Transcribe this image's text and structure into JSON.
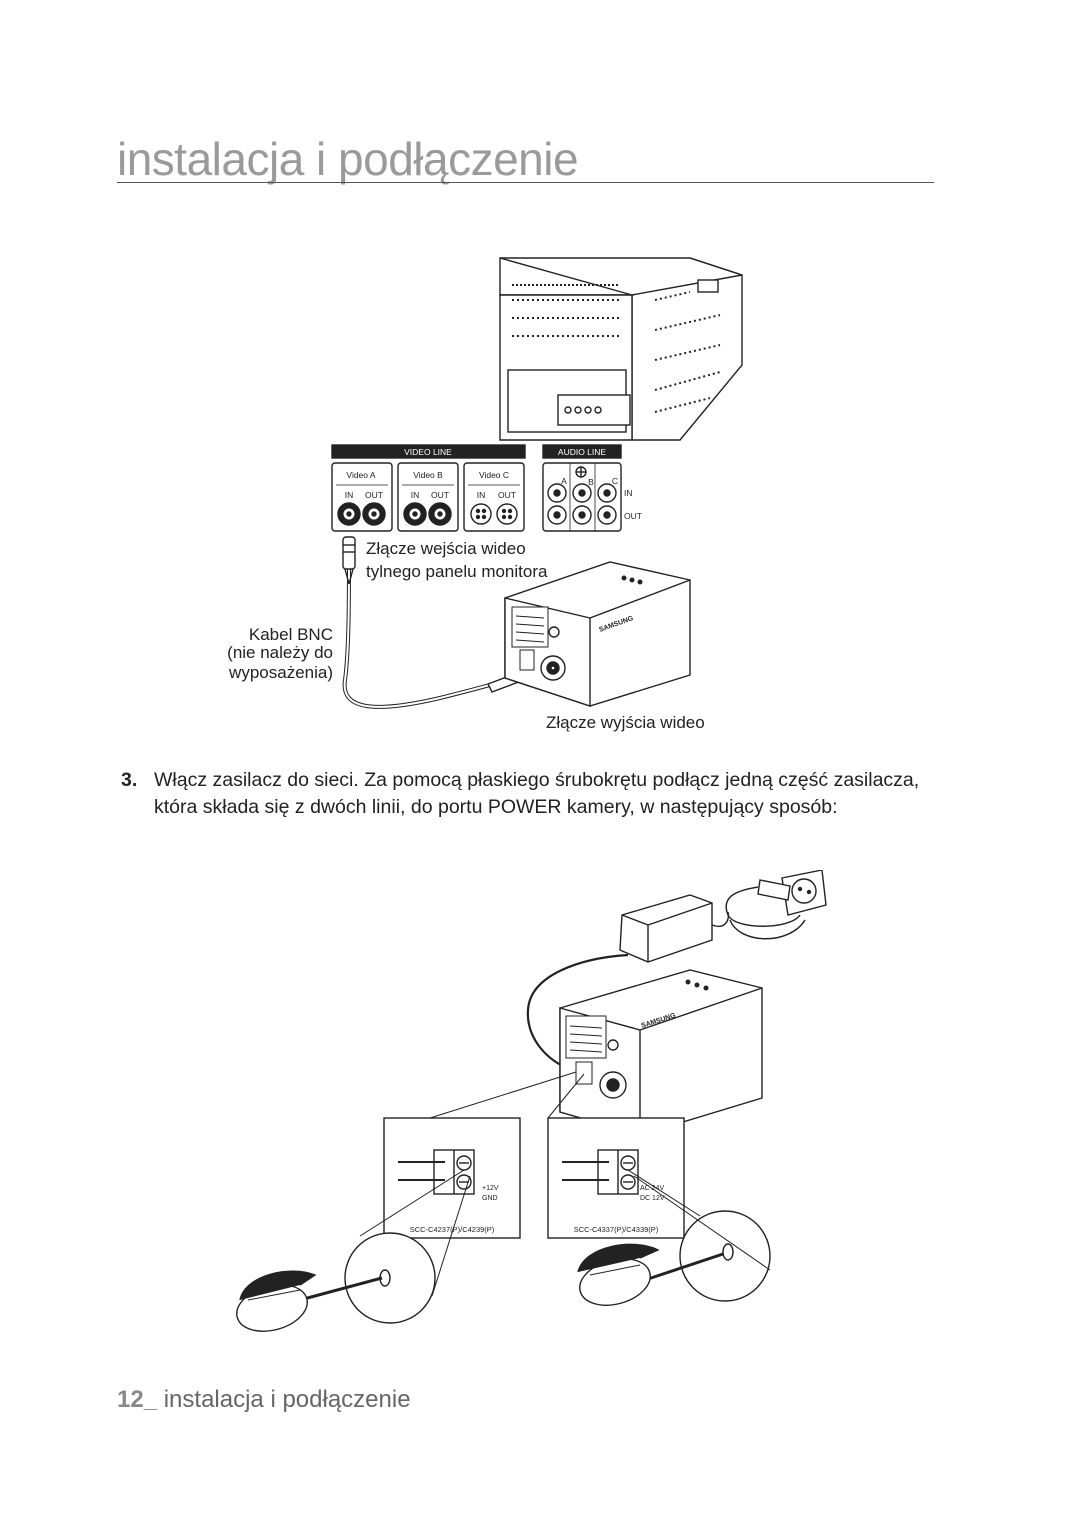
{
  "header": {
    "title": "instalacja i podłączenie"
  },
  "figure1": {
    "panel": {
      "video_line": "VIDEO LINE",
      "audio_line": "AUDIO LINE",
      "video_a": "Video A",
      "video_b": "Video B",
      "video_c": "Video C",
      "in": "IN",
      "out": "OUT",
      "audio_a": "A",
      "audio_b": "B",
      "audio_c": "C",
      "audio_in": "IN",
      "audio_out": "OUT"
    },
    "camera_brand": "SAMSUNG",
    "label_input_line1": "Złącze wejścia wideo",
    "label_input_line2": "tylnego panelu monitora",
    "label_cable_line1": "Kabel BNC",
    "label_cable_line2": "(nie należy do",
    "label_cable_line3": "wyposażenia)",
    "label_output": "Złącze wyjścia wideo"
  },
  "step": {
    "number": "3.",
    "text": "Włącz zasilacz do sieci. Za pomocą płaskiego śrubokrętu podłącz jedną część zasilacza, która składa się z dwóch linii, do portu POWER kamery, w następujący sposób:"
  },
  "figure2": {
    "camera_brand": "SAMSUNG",
    "left_box": {
      "v1": "+12V",
      "v2": "GND",
      "model": "SCC-C4237(P)/C4239(P)"
    },
    "right_box": {
      "v1": "AC 24V",
      "v2": "DC 12V",
      "model": "SCC-C4337(P)/C4339(P)"
    }
  },
  "footer": {
    "page_number": "12_",
    "section": "instalacja i podłączenie"
  }
}
